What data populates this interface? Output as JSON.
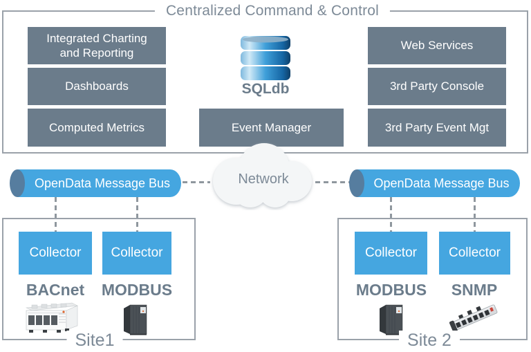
{
  "title": "Centralized Command & Control",
  "command_center": {
    "left_modules": [
      {
        "label": "Integrated Charting and Reporting"
      },
      {
        "label": "Dashboards"
      },
      {
        "label": "Computed Metrics"
      }
    ],
    "database": {
      "icon": "database-icon",
      "label": "SQLdb"
    },
    "event_manager": {
      "label": "Event Manager"
    },
    "right_modules": [
      {
        "label": "Web Services"
      },
      {
        "label": "3rd Party Console"
      },
      {
        "label": "3rd Party Event Mgt"
      }
    ]
  },
  "network": {
    "label": "Network",
    "icon": "cloud-icon"
  },
  "buses": {
    "left": {
      "label": "OpenData Message Bus"
    },
    "right": {
      "label": "OpenData Message Bus"
    }
  },
  "sites": [
    {
      "name": "Site1",
      "collectors": [
        {
          "label": "Collector",
          "protocol": "BACnet",
          "device": "chiller-unit"
        },
        {
          "label": "Collector",
          "protocol": "MODBUS",
          "device": "control-cabinet"
        }
      ]
    },
    {
      "name": "Site 2",
      "collectors": [
        {
          "label": "Collector",
          "protocol": "MODBUS",
          "device": "control-cabinet"
        },
        {
          "label": "Collector",
          "protocol": "SNMP",
          "device": "power-strip"
        }
      ]
    }
  ],
  "colors": {
    "module_slate": "#6b7c8b",
    "accent_blue": "#45a6e0",
    "bus_cap_blue": "#567d9f",
    "border_gray": "#9aa1a9",
    "label_gray": "#7d8a97",
    "dash_gray": "#8f979e",
    "text_white": "#ffffff"
  }
}
